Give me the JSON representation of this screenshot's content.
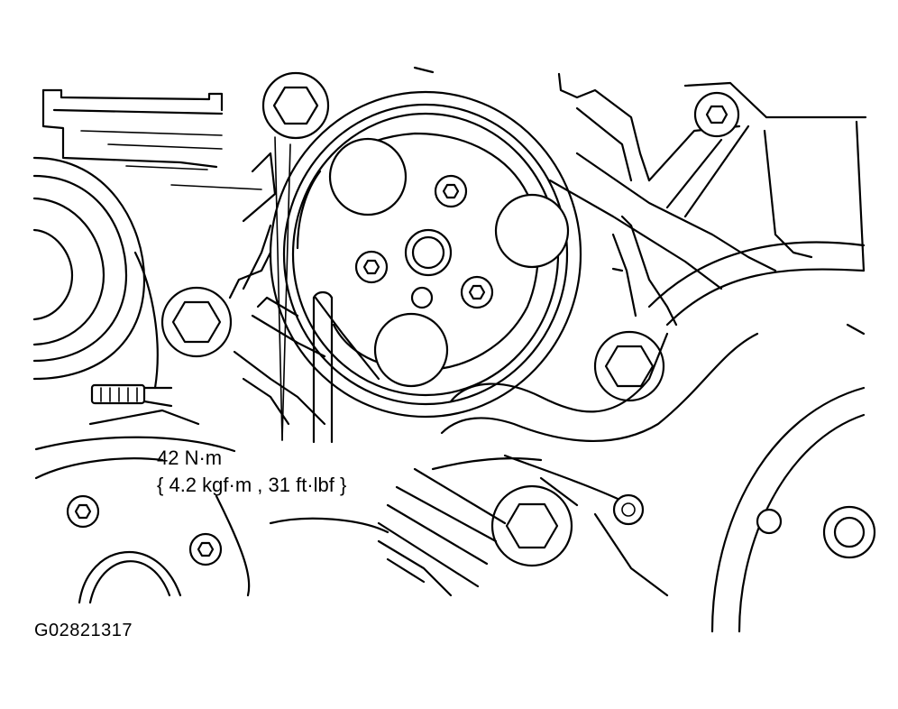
{
  "torque_spec": {
    "metric": "42 N·m",
    "alternate": "{ 4.2 kgf·m , 31 ft·lbf }"
  },
  "figure_code": "G02821317",
  "colors": {
    "line": "#000000",
    "background": "#ffffff"
  }
}
